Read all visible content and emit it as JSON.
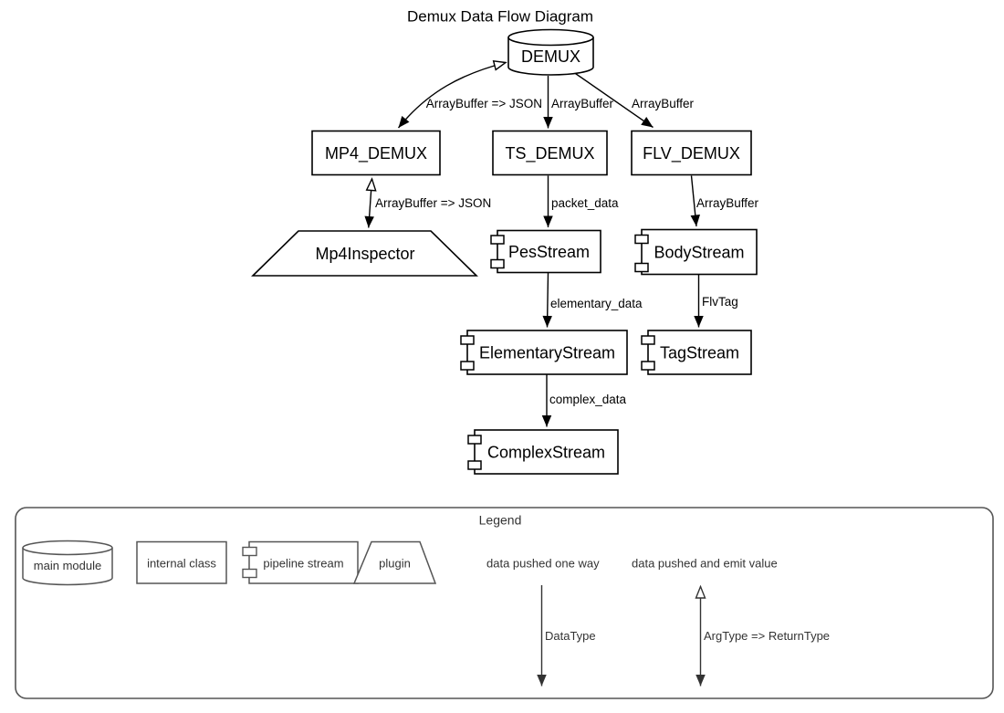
{
  "page": {
    "title": "Demux Data Flow Diagram"
  },
  "nodes": {
    "demux": "DEMUX",
    "mp4_demux": "MP4_DEMUX",
    "ts_demux": "TS_DEMUX",
    "flv_demux": "FLV_DEMUX",
    "mp4_inspector": "Mp4Inspector",
    "pes_stream": "PesStream",
    "body_stream": "BodyStream",
    "elementary_stream": "ElementaryStream",
    "tag_stream": "TagStream",
    "complex_stream": "ComplexStream"
  },
  "edges": {
    "demux_to_mp4": "ArrayBuffer => JSON",
    "demux_to_ts": "ArrayBuffer",
    "demux_to_flv": "ArrayBuffer",
    "mp4_to_inspector": "ArrayBuffer => JSON",
    "ts_to_pes": "packet_data",
    "flv_to_body": "ArrayBuffer",
    "pes_to_elementary": "elementary_data",
    "body_to_tag": "FlvTag",
    "elementary_to_complex": "complex_data"
  },
  "legend": {
    "title": "Legend",
    "main_module": "main module",
    "internal_class": "internal class",
    "pipeline_stream": "pipeline stream",
    "plugin": "plugin",
    "one_way": "data pushed one way",
    "one_way_type": "DataType",
    "two_way": "data pushed and emit value",
    "two_way_type": "ArgType => ReturnType"
  },
  "colors": {
    "node_stroke": "#000000",
    "node_fill": "#ffffff",
    "legend_stroke": "#555555",
    "legend_text": "#333333",
    "background": "#ffffff"
  }
}
